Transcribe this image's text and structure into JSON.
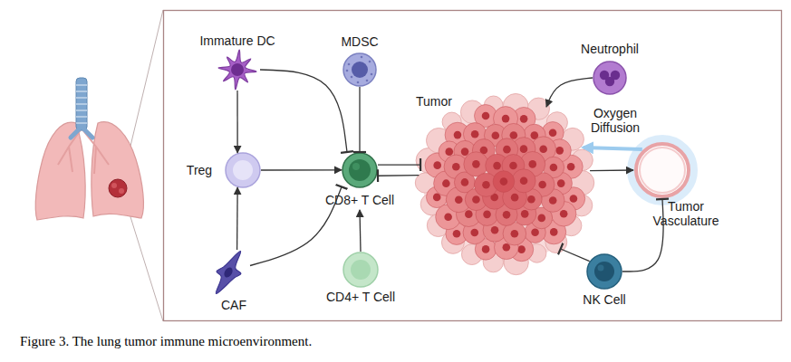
{
  "diagram": {
    "caption": "Figure 3. The lung tumor immune microenvironment.",
    "nodes": [
      {
        "text": [
          "Immature DC"
        ]
      },
      {
        "text": [
          "MDSC"
        ]
      },
      {
        "text": [
          "Treg"
        ]
      },
      {
        "text": [
          "CD8+ T Cell"
        ]
      },
      {
        "text": [
          "Tumor"
        ]
      },
      {
        "text": [
          "Neutrophil"
        ]
      },
      {
        "text": [
          "Tumor Vasculature"
        ]
      },
      {
        "text": [
          "NK Cell"
        ]
      },
      {
        "text": [
          "CAF"
        ]
      },
      {
        "text": [
          "CD4+ T Cell"
        ]
      }
    ],
    "edges": [
      {
        "from": 0,
        "to": 2,
        "arrow": "to"
      },
      {
        "from": 0,
        "to": 3,
        "arrow": "to"
      },
      {
        "from": 1,
        "to": 3,
        "arrow": "to"
      },
      {
        "from": 2,
        "to": 3,
        "arrow": "to"
      },
      {
        "from": 8,
        "to": 2,
        "arrow": "to"
      },
      {
        "from": 8,
        "to": 3,
        "arrow": "to"
      },
      {
        "from": 9,
        "to": 3,
        "arrow": "to"
      },
      {
        "from": 3,
        "to": 4,
        "arrow": "to"
      },
      {
        "from": 4,
        "to": 3,
        "arrow": "to"
      },
      {
        "from": 5,
        "to": 4,
        "arrow": "to"
      },
      {
        "from": 4,
        "to": 6,
        "arrow": "to"
      },
      {
        "from": 6,
        "to": 4,
        "label": "Oxygen Diffusion",
        "arrow": "to"
      },
      {
        "from": 7,
        "to": 4,
        "arrow": "to"
      },
      {
        "from": 7,
        "to": 6,
        "arrow": "to"
      }
    ]
  }
}
